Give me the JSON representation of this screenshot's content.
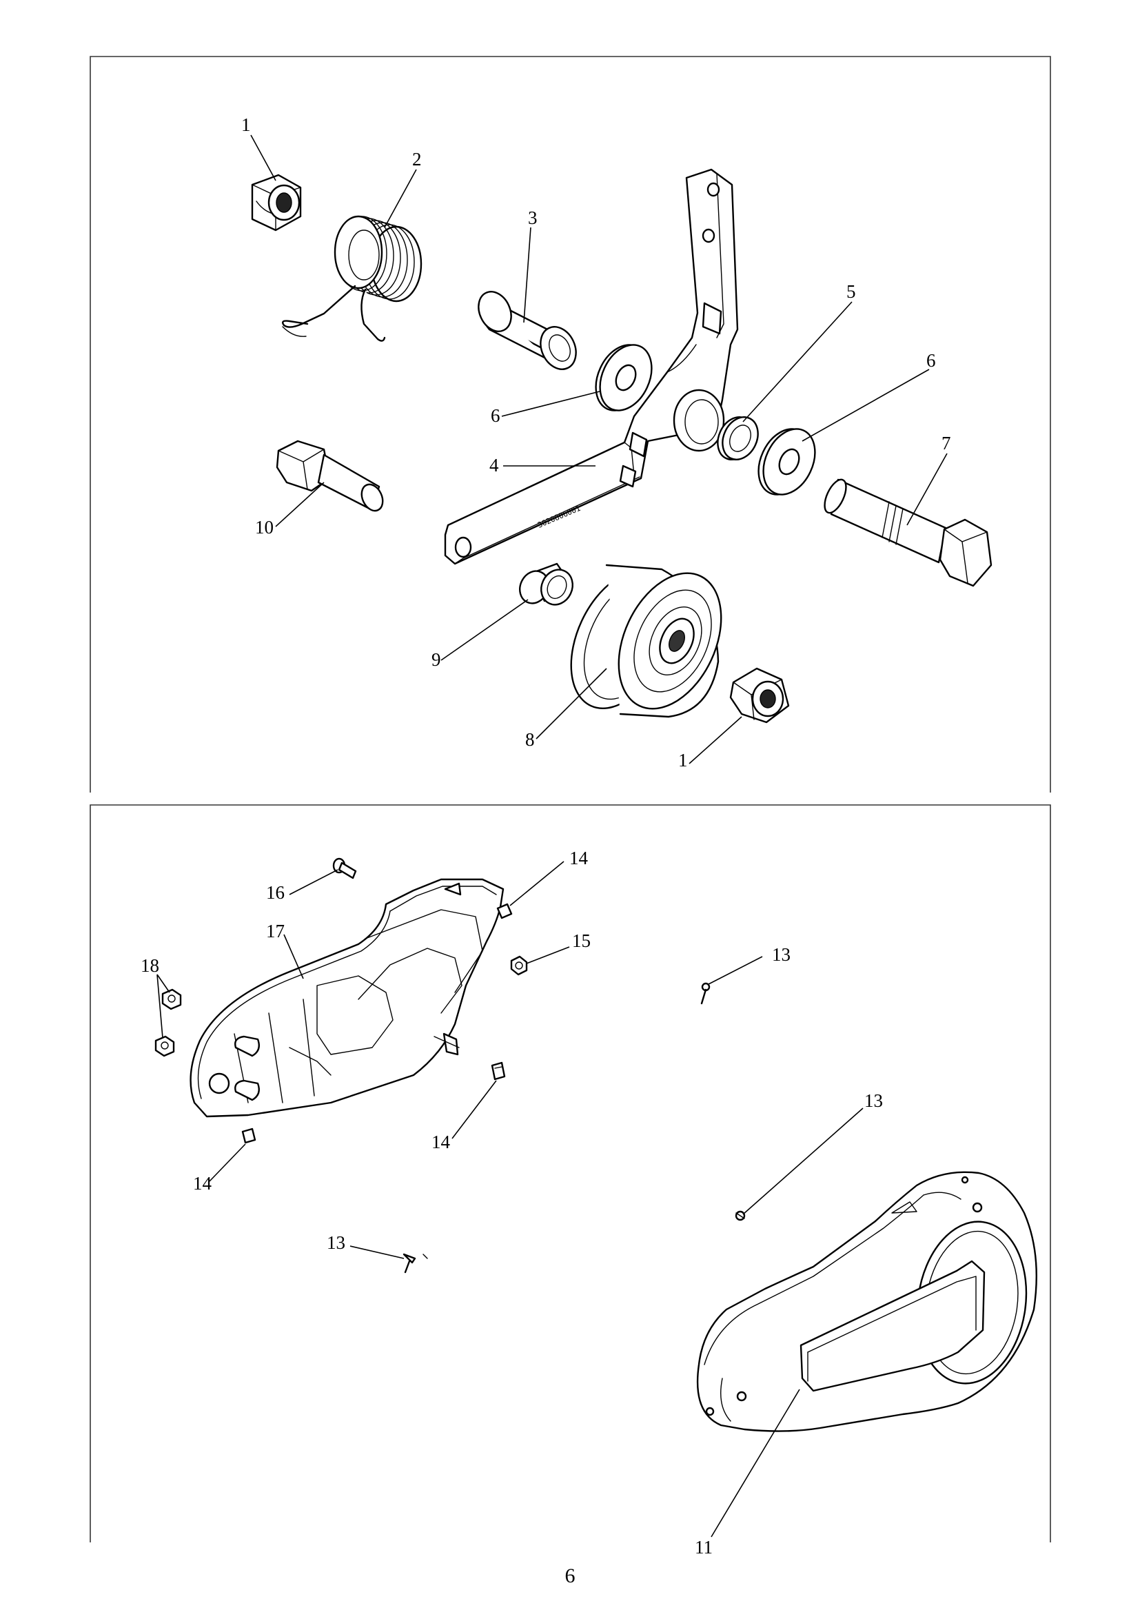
{
  "page_number": "6",
  "bracket_stamp": "3020806001",
  "callouts": {
    "upper": {
      "nut_top": "1",
      "spring": "2",
      "bushing": "3",
      "idler_arm": "4",
      "spacer_ring": "5",
      "washer_left": "6",
      "washer_right": "6",
      "bolt_long": "7",
      "pulley": "8",
      "spacer": "9",
      "bolt_short": "10",
      "nut_bottom": "1"
    },
    "lower": {
      "belt_cover": "11",
      "screw_right_top": "13",
      "screw_right_mid": "13",
      "screw_bottom_left": "13",
      "clip_top": "14",
      "clip_right": "14",
      "clip_left": "14",
      "nut_clip": "15",
      "bolt_cover": "16",
      "cover_base": "17",
      "nuts_pair": "18"
    }
  }
}
